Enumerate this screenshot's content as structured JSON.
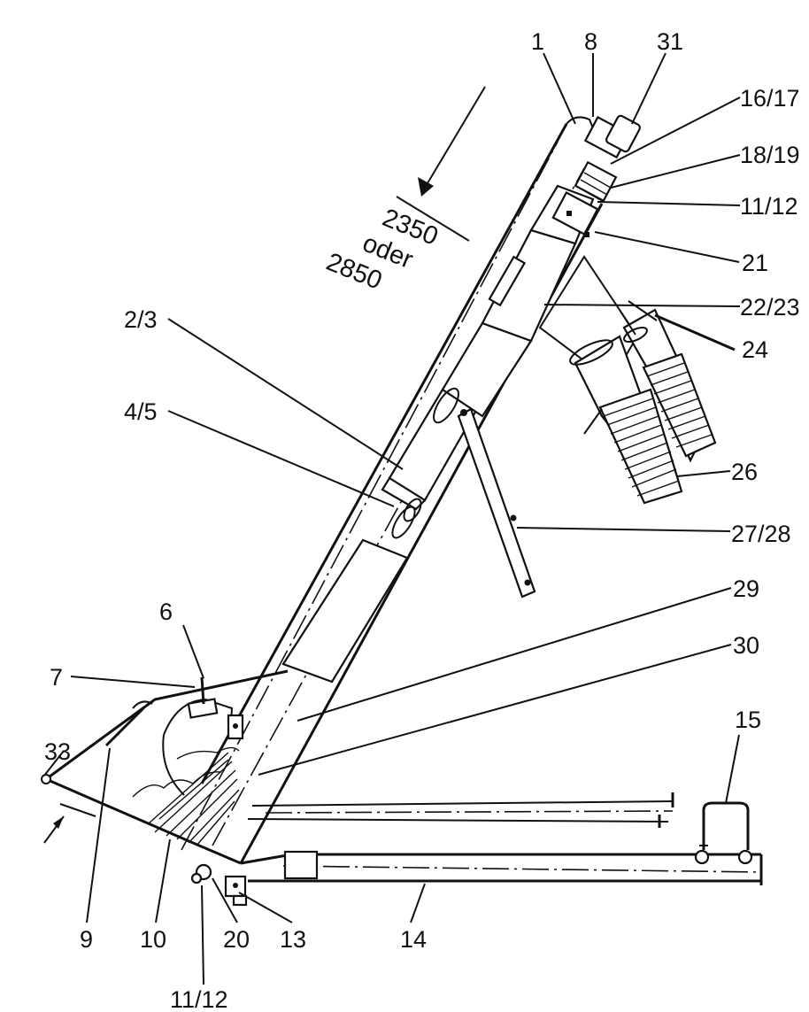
{
  "colors": {
    "ink": "#111111",
    "paper": "#ffffff"
  },
  "dimension": {
    "line1": "2350",
    "line2": "oder",
    "line3": "2850"
  },
  "labels": {
    "l1": "1",
    "l8": "8",
    "l31": "31",
    "l16_17": "16/17",
    "l18_19": "18/19",
    "l11_12_top": "11/12",
    "l21": "21",
    "l22_23": "22/23",
    "l24": "24",
    "l2_3": "2/3",
    "l4_5": "4/5",
    "l26": "26",
    "l27_28": "27/28",
    "l29": "29",
    "l30": "30",
    "l6": "6",
    "l7": "7",
    "l33": "33",
    "l15": "15",
    "l9": "9",
    "l10": "10",
    "l20": "20",
    "l13": "13",
    "l14": "14",
    "l11_12_bottom": "11/12"
  }
}
